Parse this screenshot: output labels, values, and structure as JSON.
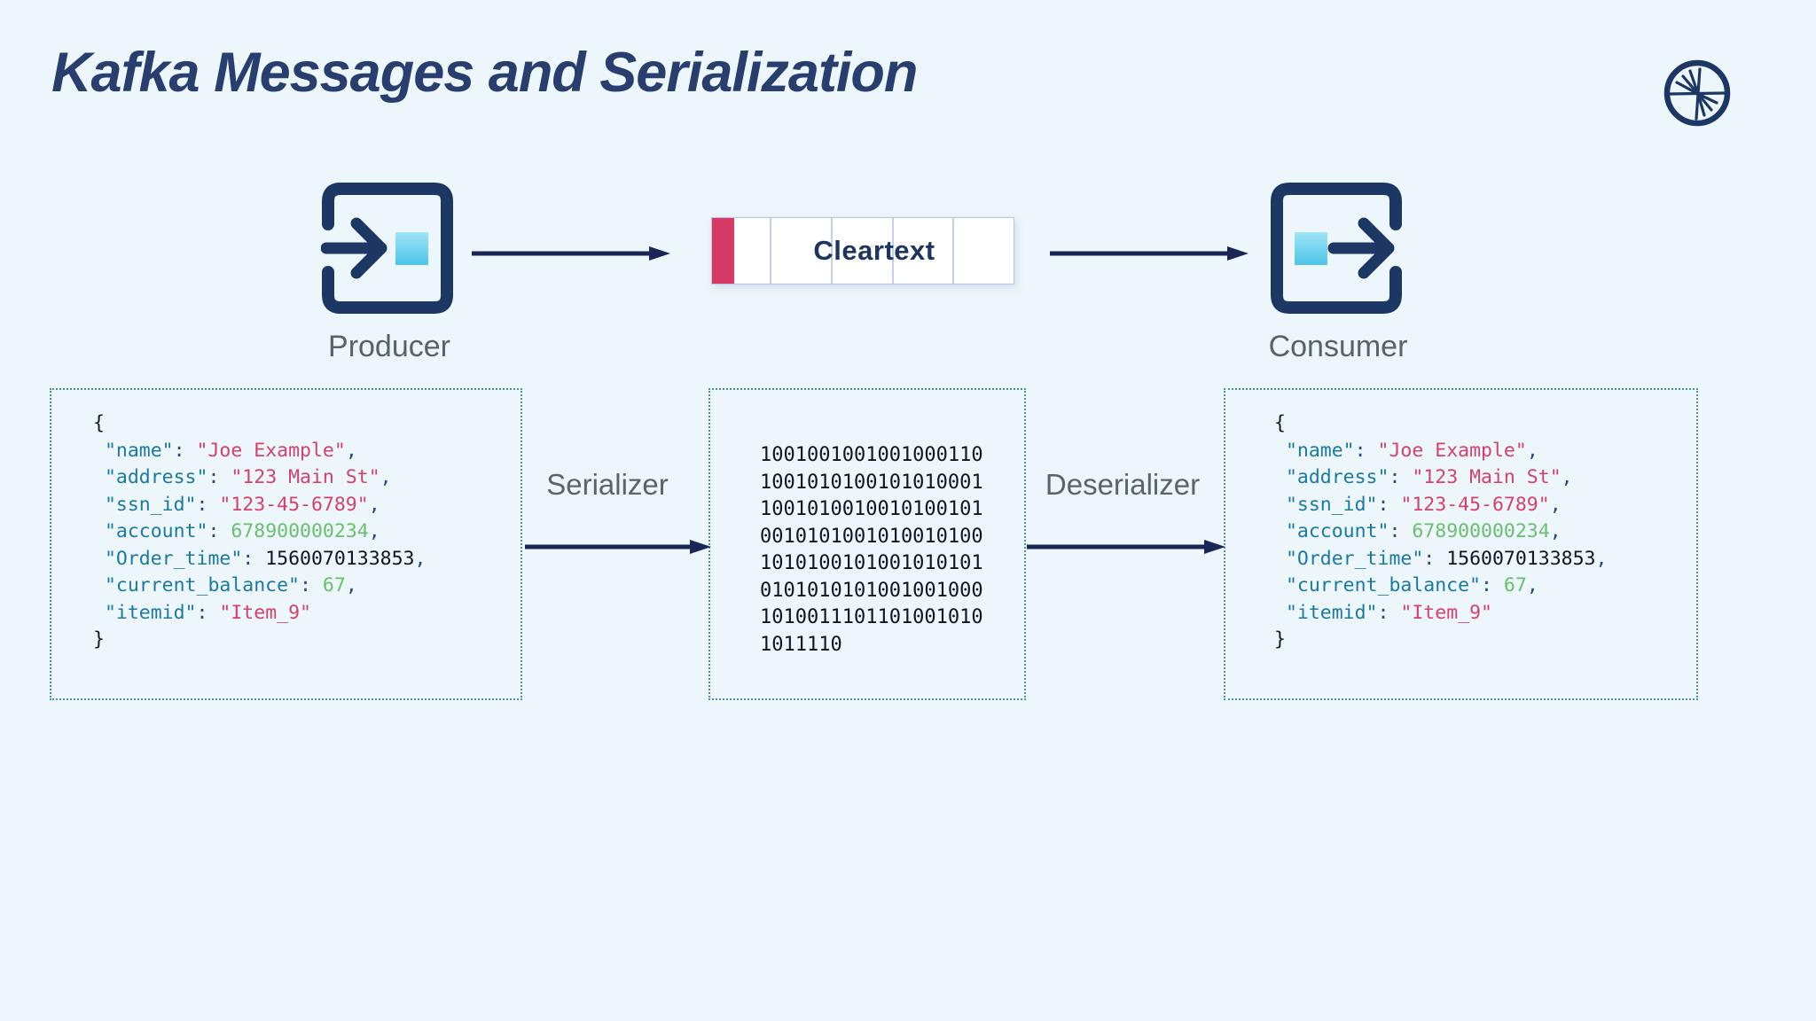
{
  "title": "Kafka Messages and Serialization",
  "pipeline": {
    "producer_label": "Producer",
    "consumer_label": "Consumer",
    "topic_label": "Cleartext"
  },
  "transforms": {
    "serializer_label": "Serializer",
    "deserializer_label": "Deserializer"
  },
  "record": {
    "lines": [
      [
        {
          "t": "{",
          "c": "brc"
        }
      ],
      [
        {
          "t": " "
        },
        {
          "t": "\"name\"",
          "c": "key"
        },
        {
          "t": ":",
          "c": "pun"
        },
        {
          "t": " "
        },
        {
          "t": "\"Joe Example\"",
          "c": "str"
        },
        {
          "t": ",",
          "c": "pun"
        }
      ],
      [
        {
          "t": " "
        },
        {
          "t": "\"address\"",
          "c": "key"
        },
        {
          "t": ":",
          "c": "pun"
        },
        {
          "t": " "
        },
        {
          "t": "\"123 Main St\"",
          "c": "str"
        },
        {
          "t": ",",
          "c": "pun"
        }
      ],
      [
        {
          "t": " "
        },
        {
          "t": "\"ssn_id\"",
          "c": "key"
        },
        {
          "t": ":",
          "c": "pun"
        },
        {
          "t": " "
        },
        {
          "t": "\"123-45-6789\"",
          "c": "str"
        },
        {
          "t": ",",
          "c": "pun"
        }
      ],
      [
        {
          "t": " "
        },
        {
          "t": "\"account\"",
          "c": "key"
        },
        {
          "t": ":",
          "c": "pun"
        },
        {
          "t": " "
        },
        {
          "t": "678900000234",
          "c": "grn"
        },
        {
          "t": ",",
          "c": "pun"
        }
      ],
      [
        {
          "t": " "
        },
        {
          "t": "\"Order_time\"",
          "c": "key"
        },
        {
          "t": ":",
          "c": "pun"
        },
        {
          "t": " "
        },
        {
          "t": "1560070133853",
          "c": "drk"
        },
        {
          "t": ",",
          "c": "pun"
        }
      ],
      [
        {
          "t": " "
        },
        {
          "t": "\"current_balance\"",
          "c": "key"
        },
        {
          "t": ":",
          "c": "pun"
        },
        {
          "t": " "
        },
        {
          "t": "67",
          "c": "grn"
        },
        {
          "t": ",",
          "c": "pun"
        }
      ],
      [
        {
          "t": " "
        },
        {
          "t": "\"itemid\"",
          "c": "key"
        },
        {
          "t": ":",
          "c": "pun"
        },
        {
          "t": " "
        },
        {
          "t": "\"Item_9\"",
          "c": "str"
        }
      ],
      [
        {
          "t": "}",
          "c": "brc"
        }
      ]
    ]
  },
  "binary": {
    "lines": [
      "1001001001001000110",
      "1001010100101010001",
      "1001010010010100101",
      "0010101001010010100",
      "1010100101001010101",
      "0101010101001001000",
      "1010011101101001010",
      "1011110"
    ]
  },
  "icons": {
    "logo": "confluent-logo",
    "producer": "producer-icon",
    "consumer": "consumer-icon"
  },
  "colors": {
    "background": "#edf6fa",
    "title_navy": "#273e6e",
    "icon_navy": "#1d3765",
    "arrow_navy": "#1a2558",
    "label_gray": "#59626b",
    "message_red": "#d63a65",
    "cyan_top": "#a0e4f6",
    "cyan_bottom": "#4cc5e9",
    "cell_border": "#b7c6e2",
    "dotted_border": "#4a8fad",
    "json_key": "#1a7aa2",
    "json_string": "#d4416b",
    "json_number_green": "#69bf6d",
    "json_number_dark": "#0e1524",
    "json_punct": "#27497e"
  }
}
